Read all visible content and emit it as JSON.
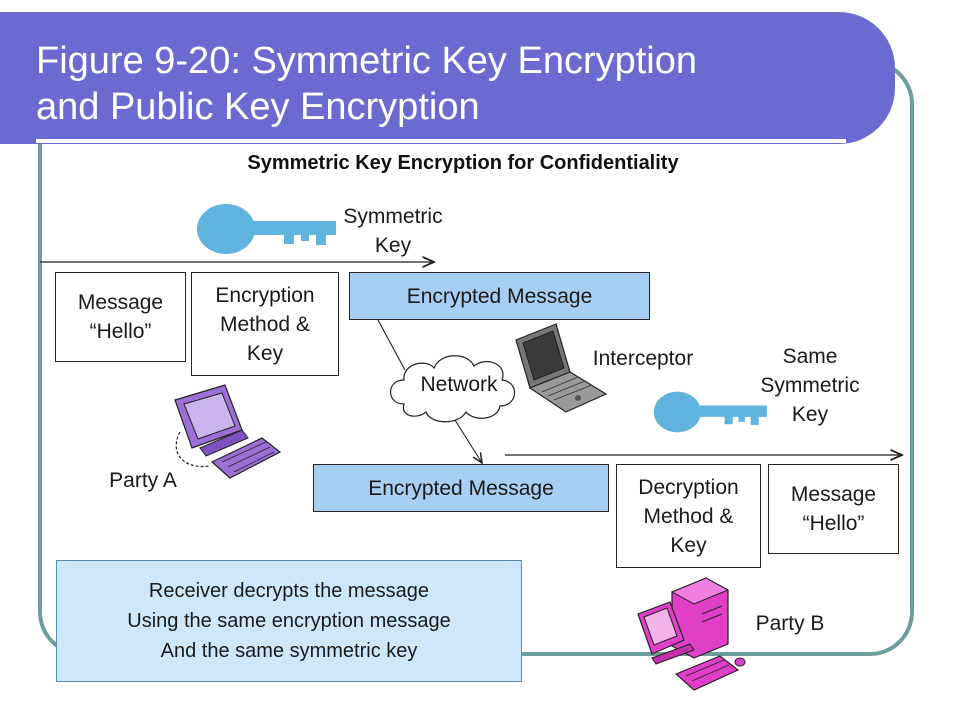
{
  "slide": {
    "title_line1": "Figure 9-20: Symmetric Key Encryption",
    "title_line2": "and Public Key Encryption",
    "subtitle": "Symmetric Key Encryption for Confidentiality"
  },
  "sender": {
    "message_line1": "Message",
    "message_line2": "“Hello”",
    "method_line1": "Encryption",
    "method_line2": "Method &",
    "method_line3": "Key",
    "key_line1": "Symmetric",
    "key_line2": "Key",
    "encrypted": "Encrypted Message",
    "party": "Party A"
  },
  "network": {
    "label": "Network",
    "interceptor": "Interceptor"
  },
  "receiver": {
    "encrypted": "Encrypted Message",
    "method_line1": "Decryption",
    "method_line2": "Method &",
    "method_line3": "Key",
    "message_line1": "Message",
    "message_line2": "“Hello”",
    "key_line1": "Same",
    "key_line2": "Symmetric",
    "key_line3": "Key",
    "party": "Party B"
  },
  "note": {
    "line1": "Receiver decrypts the message",
    "line2": "Using the same encryption message",
    "line3": "And the same symmetric key"
  },
  "colors": {
    "title_bar": "#6a6ad0",
    "frame": "#6f9c9c",
    "encrypted_box": "#a7cff3",
    "note_box": "#cfe7fb",
    "key": "#5fb3dd",
    "computer_a": "#9a6fd6",
    "computer_b": "#e040c8"
  },
  "icons": [
    "key-icon",
    "cloud-icon",
    "laptop-icon",
    "desktop-computer-icon",
    "tower-computer-icon"
  ]
}
